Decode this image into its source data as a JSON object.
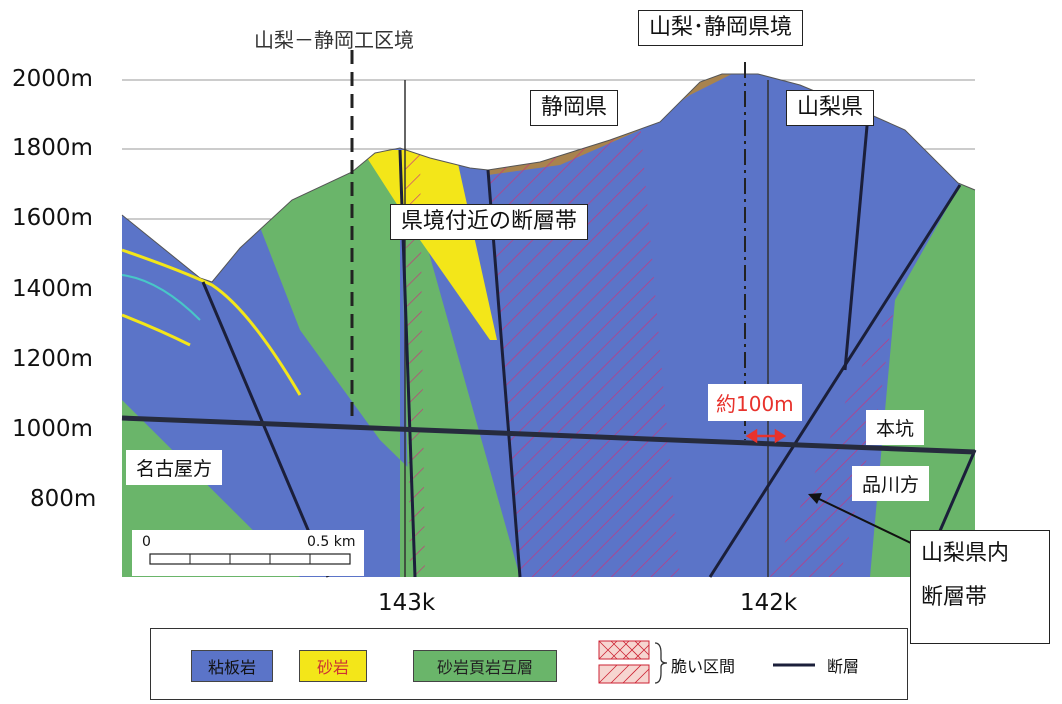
{
  "y_axis_labels": [
    "2000m",
    "1800m",
    "1600m",
    "1400m",
    "1200m",
    "1000m",
    "800m"
  ],
  "x_axis_labels": [
    "143k",
    "142k"
  ],
  "annotations": {
    "work_boundary": "山梨－静岡工区境",
    "prefecture_border": "山梨･静岡県境",
    "shizuoka": "静岡県",
    "yamanashi": "山梨県",
    "fault_near_border": "県境付近の断層帯",
    "distance": "約100m",
    "main_tunnel": "本坑",
    "nagoya_direction": "名古屋方",
    "shinagawa_direction": "品川方",
    "yamanashi_fault_line1": "山梨県内",
    "yamanashi_fault_line2": "断層帯"
  },
  "scale_bar": {
    "start": "0",
    "end": "0.5 km"
  },
  "legend": {
    "slate": "粘板岩",
    "sandstone": "砂岩",
    "alternation": "砂岩頁岩互層",
    "brittle_zone": "脆い区間",
    "fault": "断層"
  },
  "colors": {
    "slate": "#5b74c8",
    "sandstone": "#f3e619",
    "alternation": "#6ab56a",
    "overburden": "#a8834e",
    "hatch": "#c8347c",
    "accent_red": "#e8322c"
  }
}
